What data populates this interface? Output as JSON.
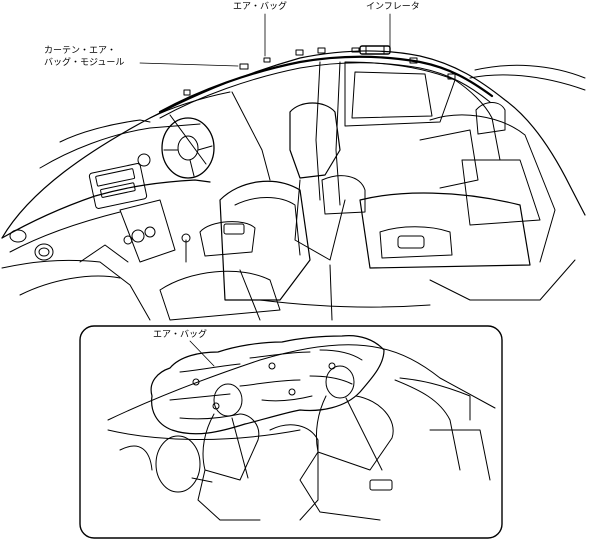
{
  "labels": {
    "airbag_top": "エア・バッグ",
    "inflator": "インフレータ",
    "curtain_module_line1": "カーテン・エア・",
    "curtain_module_line2": "バッグ・モジュール",
    "airbag_inset": "エア・バッグ"
  }
}
